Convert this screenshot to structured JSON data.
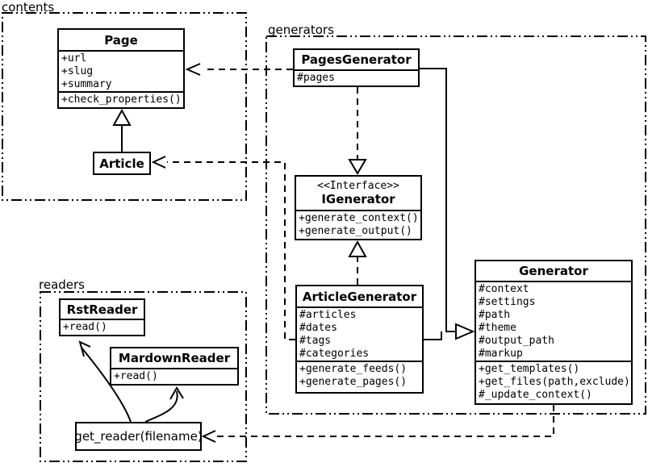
{
  "packages": {
    "contents": {
      "label": "contents"
    },
    "generators": {
      "label": "generators"
    },
    "readers": {
      "label": "readers"
    }
  },
  "classes": {
    "page": {
      "name": "Page",
      "attributes": [
        "+url",
        "+slug",
        "+summary"
      ],
      "methods": [
        "+check_properties()"
      ]
    },
    "article": {
      "name": "Article"
    },
    "pages_generator": {
      "name": "PagesGenerator",
      "attributes": [
        "#pages"
      ]
    },
    "igenerator": {
      "stereotype": "<<Interface>>",
      "name": "IGenerator",
      "methods": [
        "+generate_context()",
        "+generate_output()"
      ]
    },
    "article_generator": {
      "name": "ArticleGenerator",
      "attributes": [
        "#articles",
        "#dates",
        "#tags",
        "#categories"
      ],
      "methods": [
        "+generate_feeds()",
        "+generate_pages()"
      ]
    },
    "generator": {
      "name": "Generator",
      "attributes": [
        "#context",
        "#settings",
        "#path",
        "#theme",
        "#output_path",
        "#markup"
      ],
      "methods": [
        "+get_templates()",
        "+get_files(path,exclude)",
        "#_update_context()"
      ]
    },
    "rst_reader": {
      "name": "RstReader",
      "methods": [
        "+read()"
      ]
    },
    "mardown_reader": {
      "name": "MardownReader",
      "methods": [
        "+read()"
      ]
    },
    "get_reader": {
      "label": "get_reader(filename)"
    }
  },
  "relationships": [
    {
      "from": "Article",
      "to": "Page",
      "type": "generalization"
    },
    {
      "from": "PagesGenerator",
      "to": "Page",
      "type": "dependency"
    },
    {
      "from": "ArticleGenerator",
      "to": "Article",
      "type": "dependency"
    },
    {
      "from": "PagesGenerator",
      "to": "IGenerator",
      "type": "realization"
    },
    {
      "from": "ArticleGenerator",
      "to": "IGenerator",
      "type": "realization"
    },
    {
      "from": "PagesGenerator",
      "to": "Generator",
      "type": "generalization"
    },
    {
      "from": "ArticleGenerator",
      "to": "Generator",
      "type": "generalization"
    },
    {
      "from": "Generator",
      "to": "get_reader(filename)",
      "type": "dependency"
    },
    {
      "from": "get_reader(filename)",
      "to": "RstReader",
      "type": "arrow"
    },
    {
      "from": "get_reader(filename)",
      "to": "MardownReader",
      "type": "arrow"
    }
  ],
  "colors": {
    "line": "#000000",
    "background": "#ffffff"
  }
}
